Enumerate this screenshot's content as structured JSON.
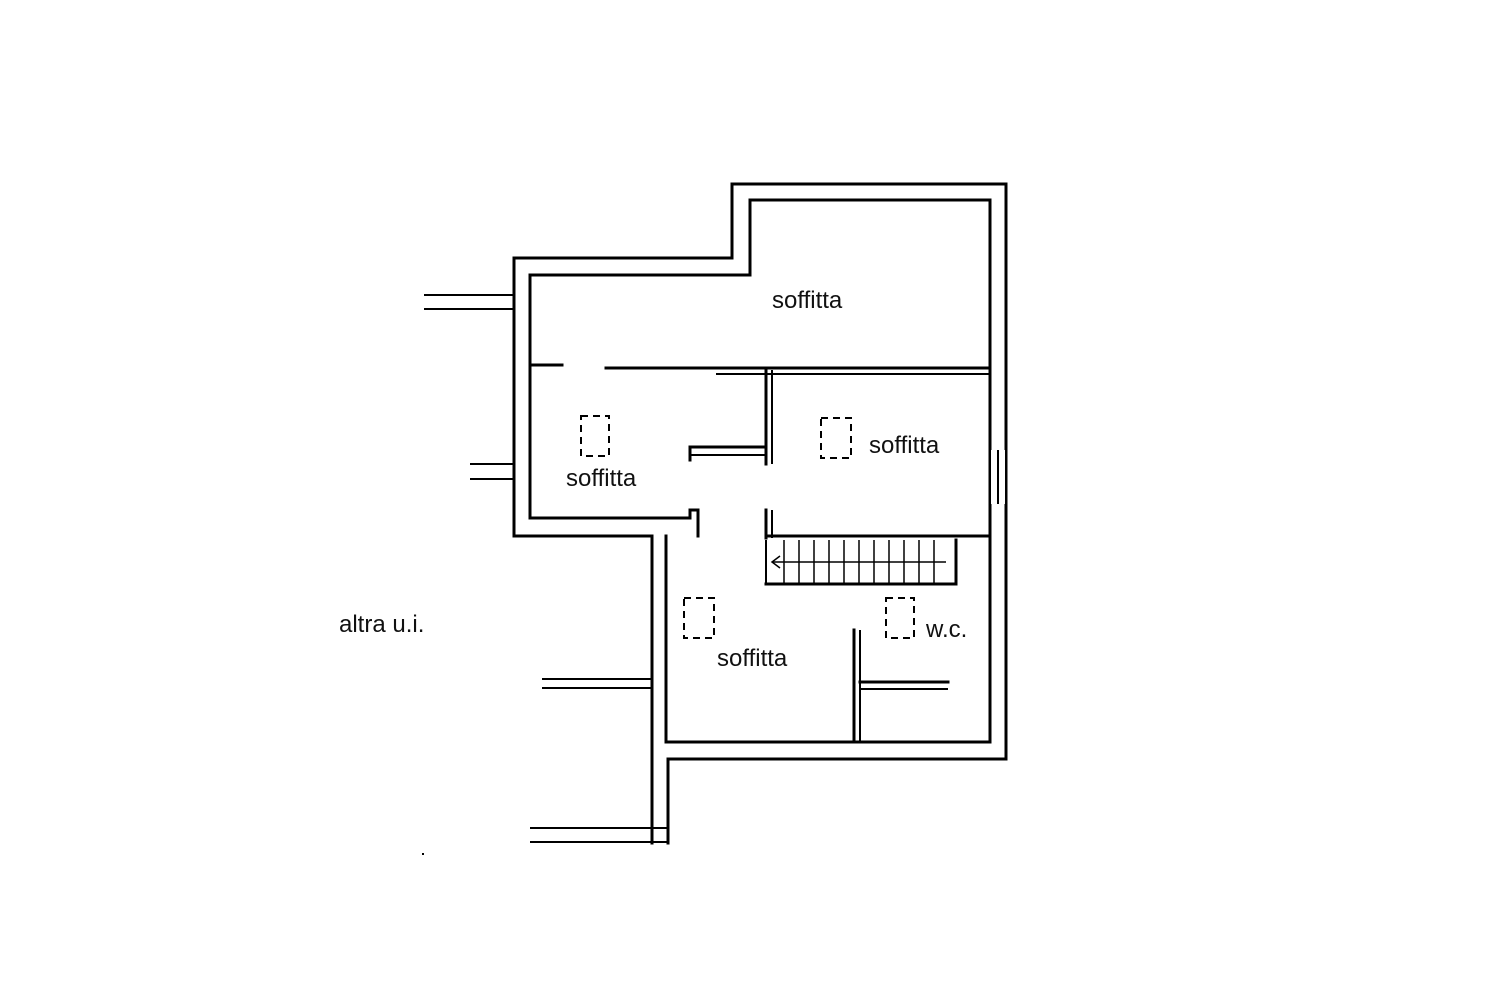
{
  "rooms": {
    "attic_top": "soffitta",
    "attic_left": "soffitta",
    "attic_right": "soffitta",
    "attic_bottom": "soffitta",
    "wc": "w.c."
  },
  "neighbor_label": "altra u.i.",
  "colors": {
    "wall": "#000000",
    "background": "#ffffff"
  }
}
